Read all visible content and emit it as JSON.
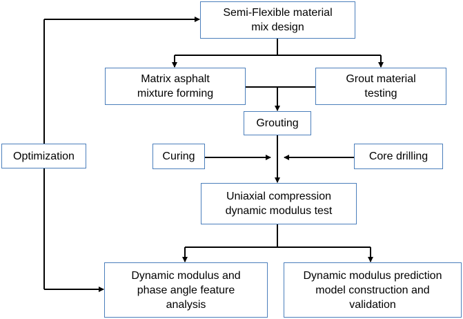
{
  "nodes": {
    "mix_design": "Semi-Flexible material\nmix design",
    "matrix_forming": "Matrix asphalt\nmixture forming",
    "grout_testing": "Grout material\ntesting",
    "grouting": "Grouting",
    "optimization": "Optimization",
    "curing": "Curing",
    "core_drilling": "Core drilling",
    "uniaxial_test": "Uniaxial compression\ndynamic modulus test",
    "feature_analysis": "Dynamic modulus and\nphase angle feature\nanalysis",
    "prediction_model": "Dynamic modulus prediction\nmodel construction and\nvalidation"
  }
}
